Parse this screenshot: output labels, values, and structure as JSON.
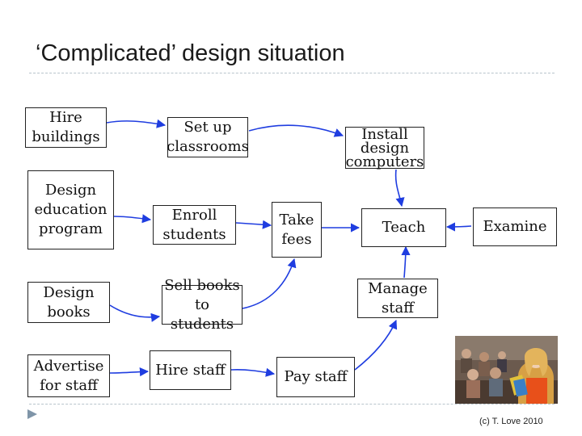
{
  "slide": {
    "title": "‘Complicated’ design situation",
    "footer": "(c) T. Love 2010"
  },
  "diagram": {
    "boxes": {
      "hire_buildings": "Hire\nbuildings",
      "set_up_classrooms": "Set up\nclassrooms",
      "install_design_computers": "Install\ndesign\ncomputers",
      "design_education_program": "Design\neducation\nprogram",
      "enroll_students": "Enroll\nstudents",
      "take_fees": "Take\nfees",
      "teach": "Teach",
      "examine": "Examine",
      "design_books": "Design\nbooks",
      "sell_books_to_students": "Sell books\nto students",
      "manage_staff": "Manage staff",
      "advertise_for_staff": "Advertise\nfor staff",
      "hire_staff": "Hire staff",
      "pay_staff": "Pay staff"
    },
    "colors": {
      "arrow": "#1f3de0",
      "border": "#222222"
    }
  }
}
